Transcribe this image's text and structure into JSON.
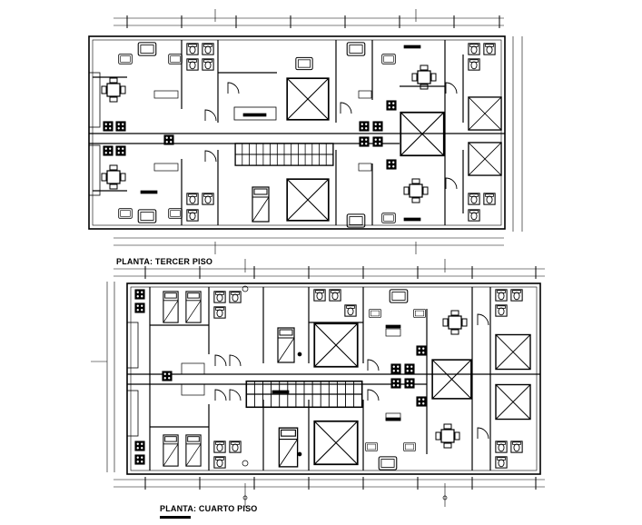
{
  "drawing": {
    "colors": {
      "line": "#000000",
      "background": "#ffffff"
    },
    "plans": [
      {
        "id": "tercer-piso",
        "title": "PLANTA: TERCER PISO"
      },
      {
        "id": "cuarto-piso",
        "title": "PLANTA: CUARTO PISO"
      }
    ]
  }
}
